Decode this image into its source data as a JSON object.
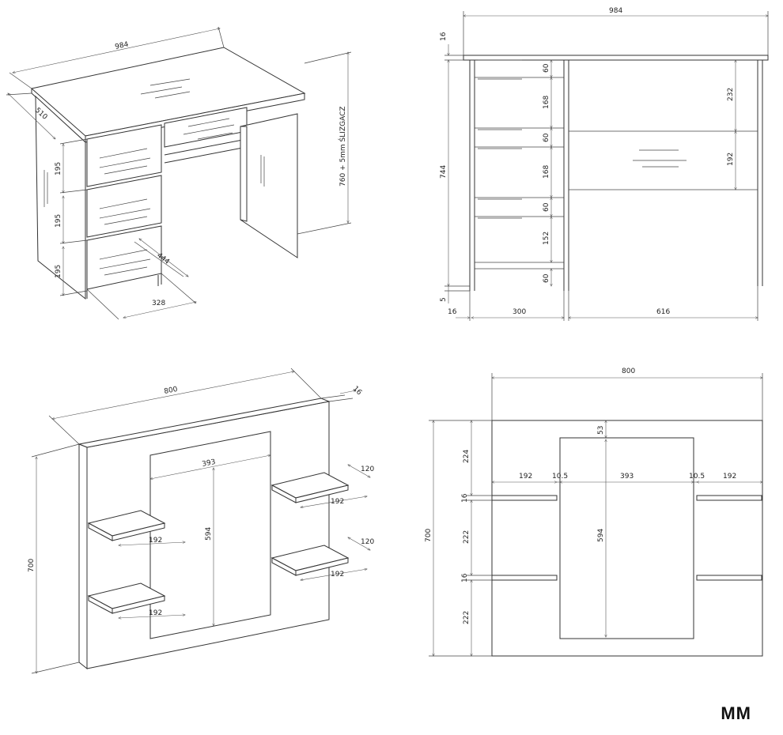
{
  "brand": "MM",
  "desk_iso": {
    "width": "984",
    "depth": "510",
    "height": "760 + 5mm ŚLIZGACZ",
    "drawer_h1": "195",
    "drawer_h2": "195",
    "drawer_h3": "195",
    "drawer_depth": "444",
    "drawer_width": "328"
  },
  "desk_front": {
    "width": "984",
    "top_thickness": "16",
    "height": "744",
    "glide": "5",
    "side": "16",
    "left_width": "300",
    "right_width": "616",
    "gap1": "60",
    "section1": "168",
    "gap2": "60",
    "section2": "168",
    "gap3": "60",
    "section3": "152",
    "gap4": "60",
    "right_upper": "232",
    "right_drawer": "192"
  },
  "mirror_iso": {
    "width": "800",
    "thickness": "16",
    "height": "700",
    "mirror_w": "393",
    "mirror_h": "594",
    "shelf_w_tl": "192",
    "shelf_w_bl": "192",
    "shelf_w_tr": "192",
    "shelf_w_br": "192",
    "shelf_d_tr": "120",
    "shelf_d_br": "120"
  },
  "mirror_front": {
    "width": "800",
    "height": "700",
    "top_gap": "53",
    "upper_h": "224",
    "shelf_t1": "16",
    "mid_h": "222",
    "shelf_t2": "16",
    "lower_h": "222",
    "shelf_w_left": "192",
    "gap_left": "10.5",
    "mirror_w": "393",
    "gap_right": "10.5",
    "shelf_w_right": "192",
    "mirror_h": "594"
  }
}
